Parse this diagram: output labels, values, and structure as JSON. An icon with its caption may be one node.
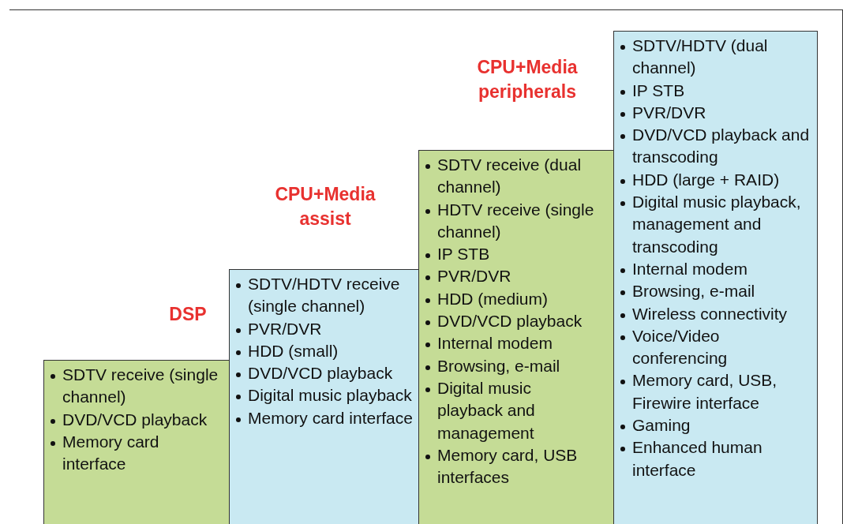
{
  "diagram": {
    "nodes": [
      {
        "text": [
          "SDTV receive (single channel)",
          "DVD/VCD playback",
          "Memory card interface"
        ]
      },
      {
        "text": [
          "SDTV/HDTV receive (single channel)",
          "PVR/DVR",
          "HDD (small)",
          "DVD/VCD playback",
          "Digital music playback",
          "Memory card interface"
        ]
      },
      {
        "text": [
          "SDTV receive (dual channel)",
          "HDTV receive (single channel)",
          "IP STB",
          "PVR/DVR",
          "HDD (medium)",
          "DVD/VCD playback",
          "Internal modem",
          "Browsing, e-mail",
          "Digital music playback and management",
          "Memory card, USB interfaces"
        ]
      },
      {
        "text": [
          "SDTV/HDTV (dual channel)",
          "IP STB",
          "PVR/DVR",
          "DVD/VCD playback and transcoding",
          "HDD (large + RAID)",
          "Digital music playback, management and transcoding",
          "Internal modem",
          "Browsing, e-mail",
          "Wireless connectivity",
          "Voice/Video conferencing",
          "Memory card, USB, Firewire interface",
          "Gaming",
          "Enhanced human interface"
        ]
      }
    ],
    "edges": [],
    "labels": [
      "CPU+Media peripherals",
      "CPU+Media assist",
      "DSP"
    ]
  }
}
